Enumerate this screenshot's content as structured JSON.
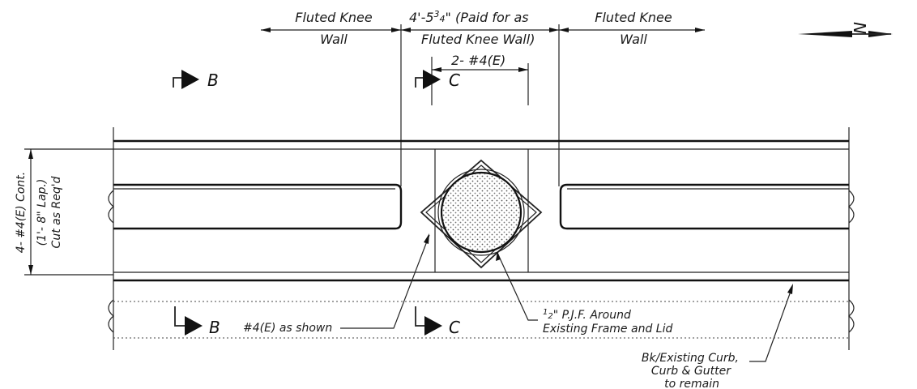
{
  "labels": {
    "fluted_knee_left_1": "Fluted Knee",
    "fluted_knee_left_2": "Wall",
    "dimension_1": "4'-5",
    "dimension_frac": "3",
    "dimension_frac2": "4",
    "dimension_2": "\" (Paid for as",
    "dimension_3": "Fluted Knee Wall)",
    "fluted_knee_right_1": "Fluted Knee",
    "fluted_knee_right_2": "Wall",
    "top_rebar": "2- #4(E)",
    "section_b": "B",
    "section_c": "C",
    "side_1": "4- #4(E) Cont.",
    "side_2": "(1'- 8\" Lap.)",
    "side_3": "Cut as Req'd",
    "rebar_shown": "#4(E) as shown",
    "pjf_half": "1",
    "pjf_half2": "2",
    "pjf_1": "\" P.J.F. Around",
    "pjf_2": "Existing Frame and Lid",
    "curb_1": "Bk/Existing Curb,",
    "curb_2": "Curb & Gutter",
    "curb_3": "to remain",
    "north_letter": "N"
  }
}
